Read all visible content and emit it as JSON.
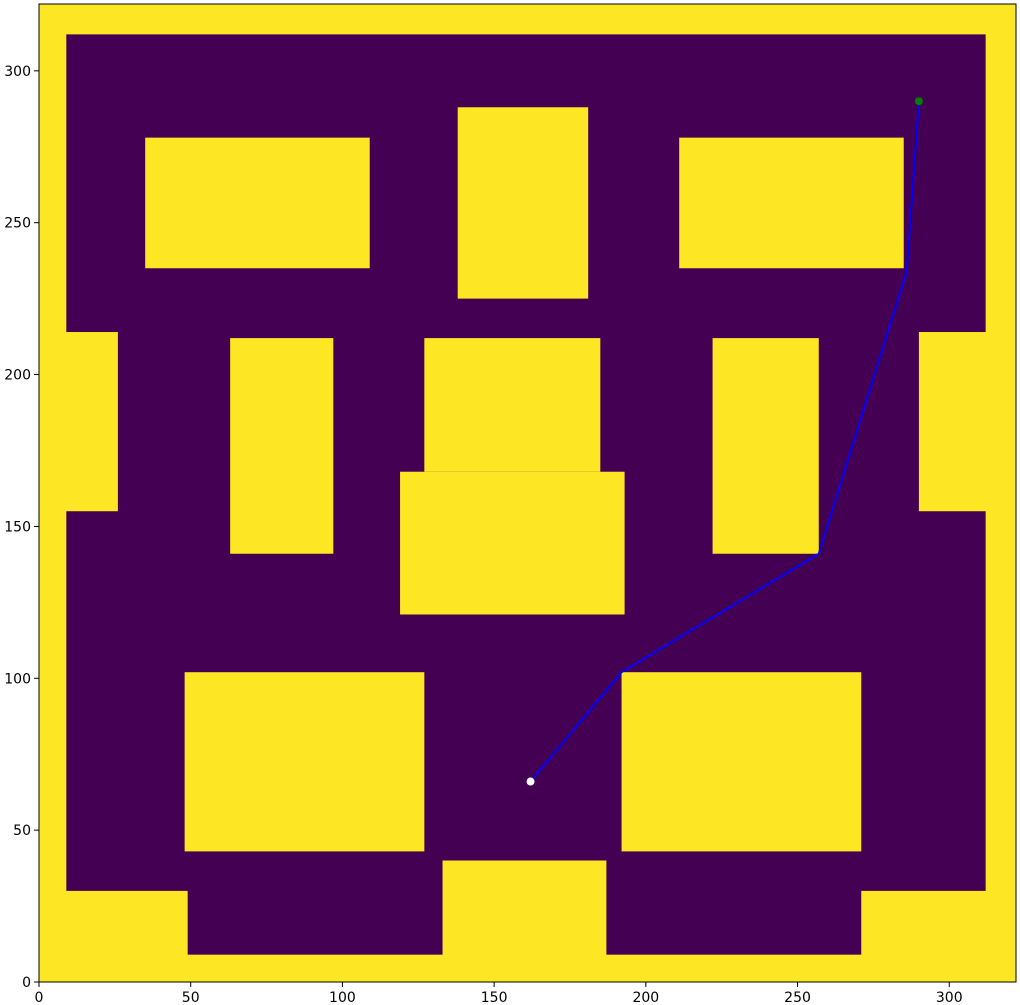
{
  "chart_data": {
    "type": "heatmap",
    "xlim": [
      0,
      322
    ],
    "ylim": [
      0,
      322
    ],
    "xticks": [
      0,
      50,
      100,
      150,
      200,
      250,
      300
    ],
    "yticks": [
      0,
      50,
      100,
      150,
      200,
      250,
      300
    ],
    "colors": {
      "free": "#440154",
      "obstacle": "#fde725",
      "path": "#0000ff",
      "start": "#008000",
      "goal": "#ffffff"
    },
    "obstacles": [
      {
        "x0": 0,
        "x1": 322,
        "y0": 312,
        "y1": 322
      },
      {
        "x0": 312,
        "x1": 322,
        "y0": 0,
        "y1": 322
      },
      {
        "x0": 0,
        "x1": 9,
        "y0": 0,
        "y1": 322
      },
      {
        "x0": 0,
        "x1": 322,
        "y0": 0,
        "y1": 9
      },
      {
        "x0": 0,
        "x1": 49,
        "y0": 0,
        "y1": 30
      },
      {
        "x0": 271,
        "x1": 322,
        "y0": 0,
        "y1": 30
      },
      {
        "x0": 133,
        "x1": 187,
        "y0": 0,
        "y1": 40
      },
      {
        "x0": 0,
        "x1": 26,
        "y0": 155,
        "y1": 214
      },
      {
        "x0": 290,
        "x1": 322,
        "y0": 155,
        "y1": 214
      },
      {
        "x0": 35,
        "x1": 109,
        "y0": 235,
        "y1": 278
      },
      {
        "x0": 138,
        "x1": 181,
        "y0": 225,
        "y1": 288
      },
      {
        "x0": 211,
        "x1": 285,
        "y0": 235,
        "y1": 278
      },
      {
        "x0": 63,
        "x1": 97,
        "y0": 141,
        "y1": 212
      },
      {
        "x0": 127,
        "x1": 185,
        "y0": 168,
        "y1": 212
      },
      {
        "x0": 119,
        "x1": 193,
        "y0": 121,
        "y1": 168
      },
      {
        "x0": 222,
        "x1": 257,
        "y0": 141,
        "y1": 212
      },
      {
        "x0": 48,
        "x1": 127,
        "y0": 43,
        "y1": 102
      },
      {
        "x0": 192,
        "x1": 271,
        "y0": 43,
        "y1": 102
      }
    ],
    "path": [
      {
        "x": 290,
        "y": 290
      },
      {
        "x": 286,
        "y": 234
      },
      {
        "x": 257,
        "y": 141
      },
      {
        "x": 192,
        "y": 102
      },
      {
        "x": 162,
        "y": 66
      }
    ],
    "start": {
      "x": 290,
      "y": 290
    },
    "goal": {
      "x": 162,
      "y": 66
    }
  }
}
